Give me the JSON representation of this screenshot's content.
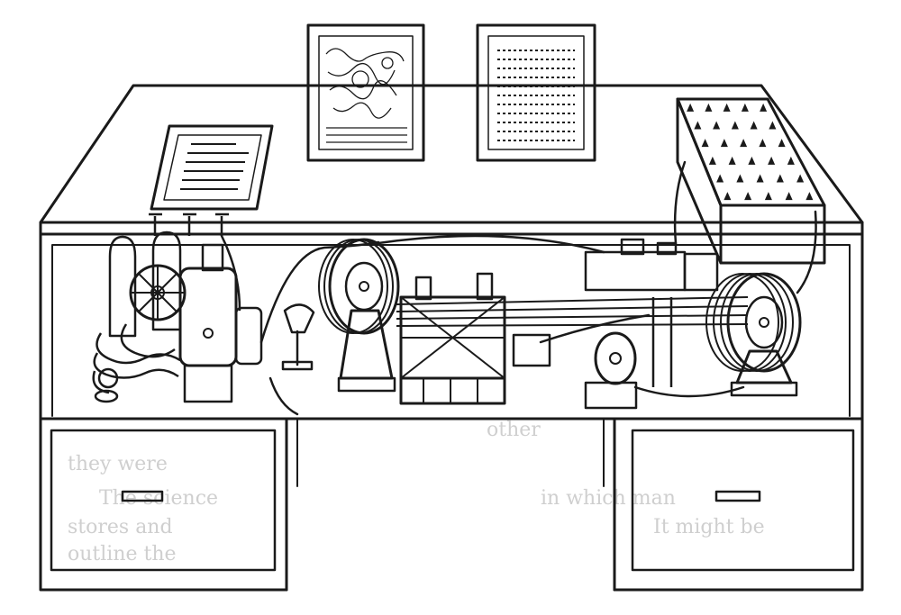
{
  "bleed_through_text": [
    "they were",
    "The science",
    "stores and",
    "outline the",
    "in which man",
    "It might be",
    "other"
  ],
  "colors": {
    "ink": "#1a1a1a",
    "paper": "#ffffff",
    "ghost_text": "#cfcfcf"
  }
}
